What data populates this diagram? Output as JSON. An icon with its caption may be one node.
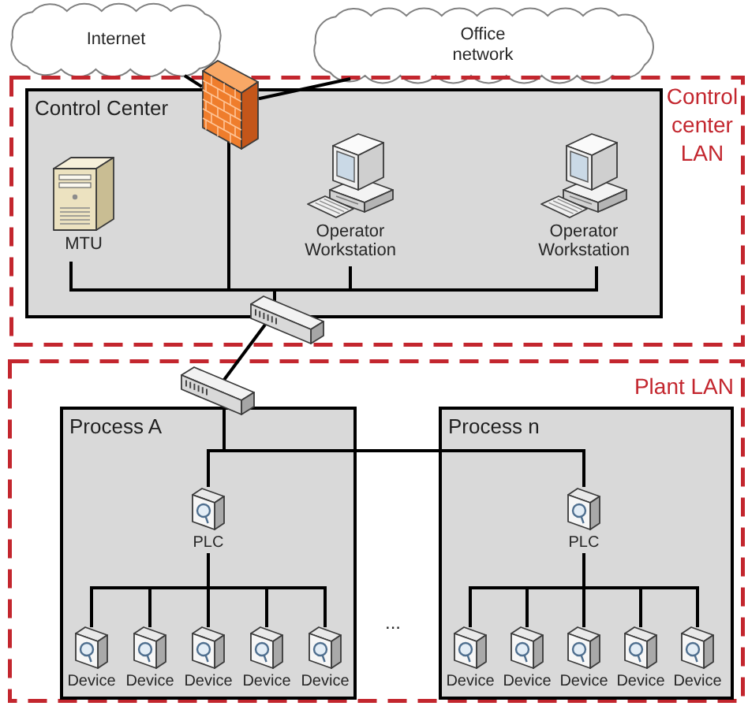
{
  "diagram": {
    "nodes": [
      {
        "text": [
          "Internet"
        ]
      },
      {
        "text": [
          "Office network"
        ]
      },
      {
        "text": [
          "Control center LAN"
        ]
      },
      {
        "text": [
          "Control Center"
        ],
        "in": 2
      },
      {
        "text": [],
        "shape": "picture"
      },
      {
        "text": [
          "MTU"
        ],
        "in": 3
      },
      {
        "text": [
          "Operator Workstation"
        ],
        "in": 3
      },
      {
        "text": [
          "Operator Workstation"
        ],
        "in": 3
      },
      {
        "text": [],
        "shape": "picture",
        "in": 2
      },
      {
        "text": [
          "Plant LAN"
        ]
      },
      {
        "text": [],
        "shape": "picture",
        "in": 9
      },
      {
        "text": [
          "Process A"
        ],
        "in": 9
      },
      {
        "text": [
          "PLC"
        ],
        "in": 11
      },
      {
        "text": [
          "Device"
        ],
        "in": 11
      },
      {
        "text": [
          "Device"
        ],
        "in": 11
      },
      {
        "text": [
          "Device"
        ],
        "in": 11
      },
      {
        "text": [
          "Device"
        ],
        "in": 11
      },
      {
        "text": [
          "Device"
        ],
        "in": 11
      },
      {
        "text": [
          "Process n"
        ],
        "in": 9
      },
      {
        "text": [
          "PLC"
        ],
        "in": 18
      },
      {
        "text": [
          "Device"
        ],
        "in": 18
      },
      {
        "text": [
          "Device"
        ],
        "in": 18
      },
      {
        "text": [
          "Device"
        ],
        "in": 18
      },
      {
        "text": [
          "Device"
        ],
        "in": 18
      },
      {
        "text": [
          "Device"
        ],
        "in": 18
      }
    ],
    "edges": [
      {
        "from": 0,
        "to": 4,
        "arrow": "none"
      },
      {
        "from": 1,
        "to": 4,
        "arrow": "none"
      },
      {
        "from": 8,
        "to": 4,
        "arrow": "none"
      },
      {
        "from": 8,
        "to": 5,
        "arrow": "none"
      },
      {
        "from": 8,
        "to": 6,
        "arrow": "none"
      },
      {
        "from": 8,
        "to": 7,
        "arrow": "none"
      },
      {
        "from": 8,
        "to": 10,
        "arrow": "none"
      },
      {
        "from": 10,
        "to": 12,
        "arrow": "none"
      },
      {
        "from": 10,
        "to": 19,
        "arrow": "none"
      },
      {
        "from": 12,
        "to": 13,
        "arrow": "none"
      },
      {
        "from": 12,
        "to": 14,
        "arrow": "none"
      },
      {
        "from": 12,
        "to": 15,
        "arrow": "none"
      },
      {
        "from": 12,
        "to": 16,
        "arrow": "none"
      },
      {
        "from": 12,
        "to": 17,
        "arrow": "none"
      },
      {
        "from": 19,
        "to": 20,
        "arrow": "none"
      },
      {
        "from": 19,
        "to": 21,
        "arrow": "none"
      },
      {
        "from": 19,
        "to": 22,
        "arrow": "none"
      },
      {
        "from": 19,
        "to": 23,
        "arrow": "none"
      },
      {
        "from": 19,
        "to": 24,
        "arrow": "none"
      }
    ],
    "labels": [
      "..."
    ]
  }
}
